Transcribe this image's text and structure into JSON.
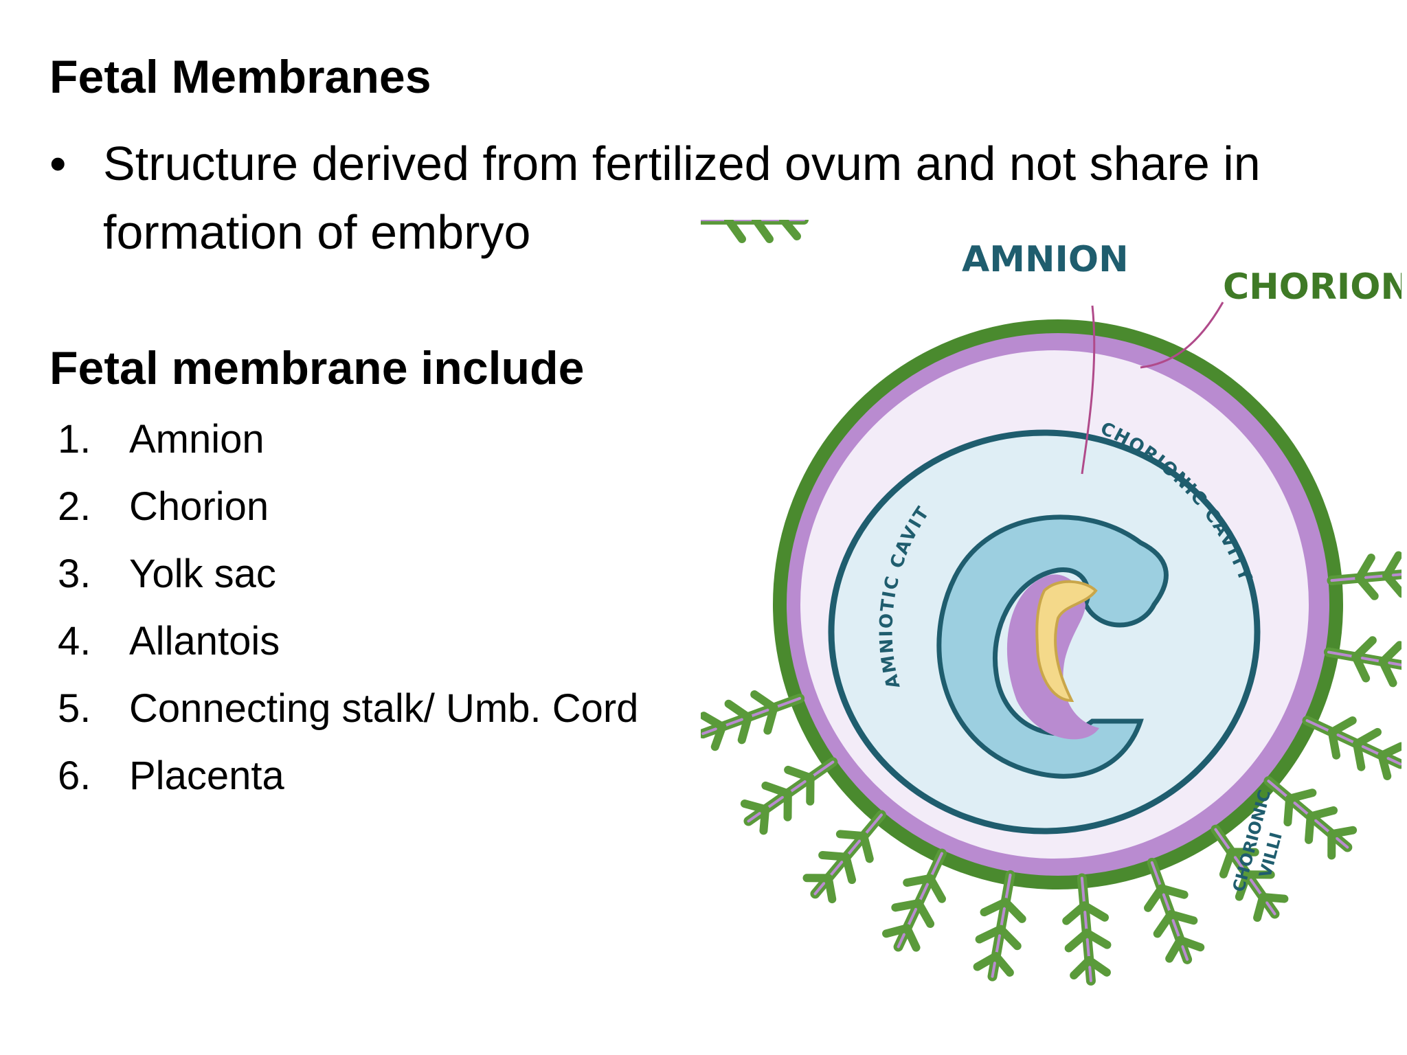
{
  "slide": {
    "title": "Fetal Membranes",
    "bullet_text": "Structure derived from fertilized ovum and not share in formation of embryo",
    "subtitle": "Fetal membrane include",
    "list": [
      {
        "num": "1.",
        "label": "Amnion"
      },
      {
        "num": "2.",
        "label": "Chorion"
      },
      {
        "num": "3.",
        "label": "Yolk sac"
      },
      {
        "num": "4.",
        "label": "Allantois"
      },
      {
        "num": "5.",
        "label": "Connecting stalk/ Umb. Cord"
      },
      {
        "num": "6.",
        "label": "Placenta"
      }
    ]
  },
  "diagram": {
    "labels": {
      "amnion": "AMNION",
      "chorion": "CHORION",
      "amniotic_cavity": "AMNIOTIC CAVITY",
      "chorionic_cavity": "CHORIONIC CAVITY",
      "chorionic_villi_1": "CHORIONIC",
      "chorionic_villi_2": "VILLI"
    },
    "colors": {
      "chorion_green": "#4a8a2e",
      "villi_green": "#5a9a3a",
      "chorion_purple": "#b98bd0",
      "chorionic_cavity": "#f3ecf8",
      "amniotic_cavity": "#dfeef5",
      "embryo_blue": "#9ccfe0",
      "outline_teal": "#1f5d6e",
      "yolk_yellow": "#f4d98a",
      "pointer_line": "#b04a8a"
    }
  }
}
